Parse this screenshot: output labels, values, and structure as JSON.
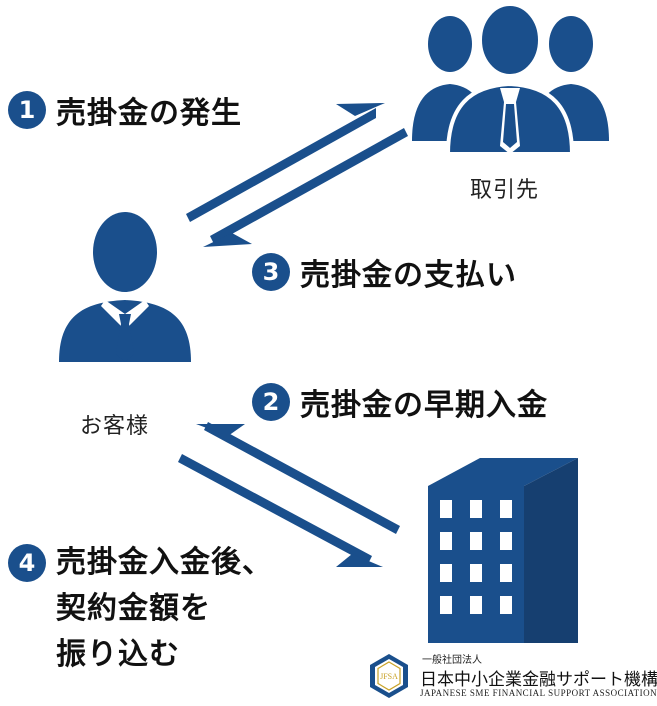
{
  "colors": {
    "accent": "#1a4f8c",
    "text": "#111111"
  },
  "steps": [
    {
      "number": "1",
      "label": "売掛金の発生"
    },
    {
      "number": "2",
      "label": "売掛金の早期入金"
    },
    {
      "number": "3",
      "label": "売掛金の支払い"
    },
    {
      "number": "4",
      "lines": [
        "売掛金入金後、",
        "契約金額を",
        "振り込む"
      ]
    }
  ],
  "nodes": {
    "partner": {
      "label": "取引先",
      "icon": "group-icon"
    },
    "customer": {
      "label": "お客様",
      "icon": "person-icon"
    },
    "factor": {
      "icon": "building-icon"
    }
  },
  "logo": {
    "badge_text": "JFSA",
    "top_text": "一般社団法人",
    "name": "日本中小企業金融サポート機構",
    "english": "Japanese SME Financial Support Association"
  }
}
